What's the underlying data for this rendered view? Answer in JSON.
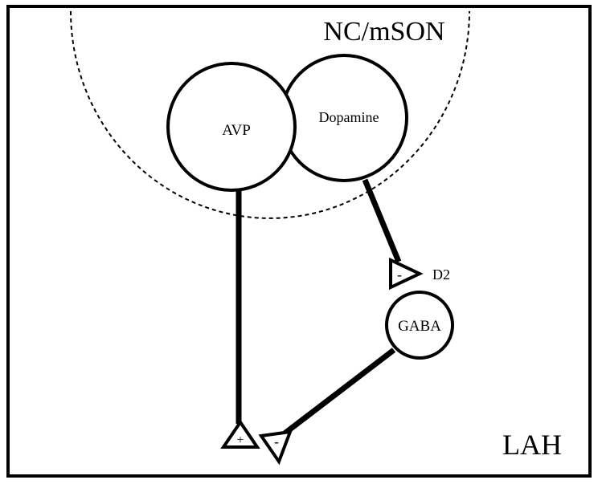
{
  "regions": {
    "outer_label": "LAH",
    "dashed_label": "NC/mSON"
  },
  "neurons": {
    "avp": "AVP",
    "dopamine": "Dopamine",
    "gaba": "GABA"
  },
  "synapses": {
    "d2_sign": "-",
    "d2_receptor": "D2",
    "avp_sign": "+",
    "gaba_sign": "-"
  },
  "colors": {
    "stroke": "#000000",
    "fill": "#ffffff"
  }
}
